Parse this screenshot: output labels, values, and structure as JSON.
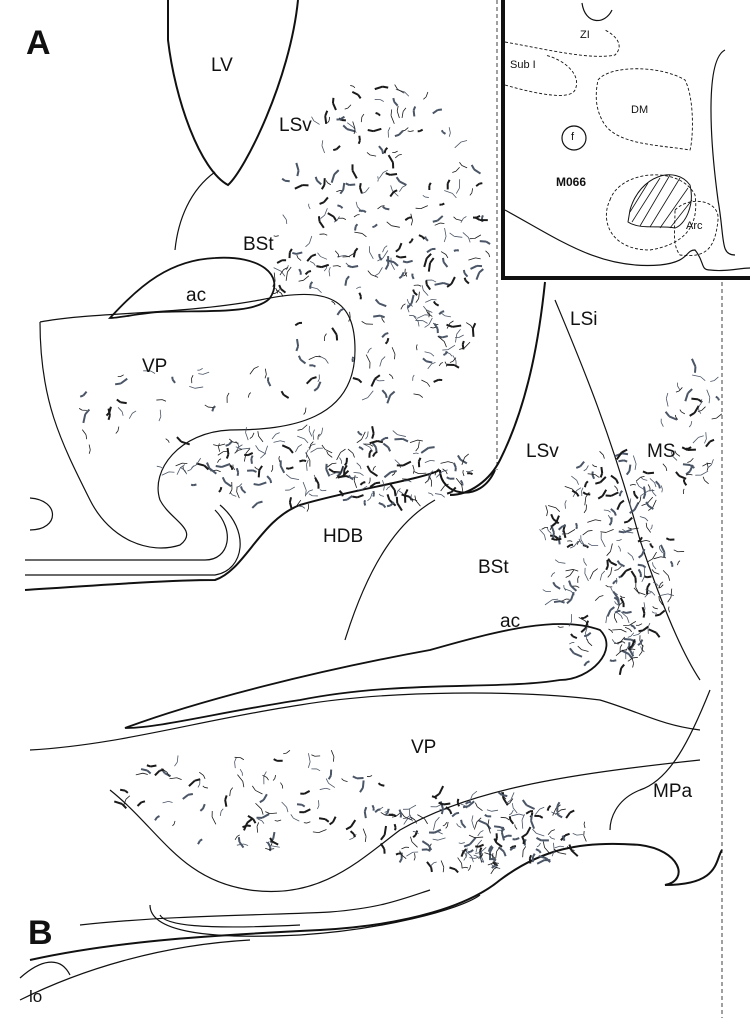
{
  "panels": {
    "a": {
      "letter": "A",
      "labels": {
        "lv": "LV",
        "lsv": "LSv",
        "bst": "BSt",
        "ac": "ac",
        "vp": "VP",
        "hdb": "HDB"
      }
    },
    "b": {
      "letter": "B",
      "labels": {
        "lsi": "LSi",
        "lsv": "LSv",
        "ms": "MS",
        "bst": "BSt",
        "ac": "ac",
        "vp": "VP",
        "mpa": "MPa",
        "lo": "lo"
      }
    },
    "inset": {
      "case_id": "M066",
      "labels": {
        "zi": "ZI",
        "subi": "Sub I",
        "dm": "DM",
        "f": "f",
        "arc": "Arc"
      }
    }
  },
  "colors": {
    "line": "#111111",
    "neuron": "#1a1a1a",
    "fibers": "#4a5566"
  }
}
